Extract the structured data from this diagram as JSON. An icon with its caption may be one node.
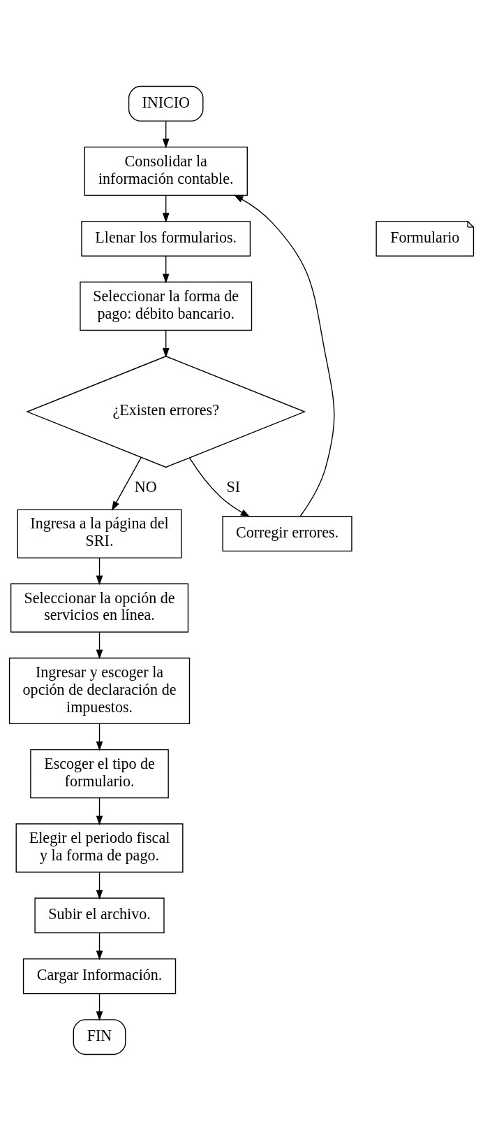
{
  "diagram": {
    "nodes": [
      {
        "text": [
          "INICIO"
        ]
      },
      {
        "text": [
          "Consolidar la información contable."
        ]
      },
      {
        "text": [
          "Llenar los formularios."
        ]
      },
      {
        "text": [
          "Formulario"
        ]
      },
      {
        "text": [
          "Seleccionar la forma de pago: débito bancario."
        ]
      },
      {
        "text": [
          "¿Existen errores?"
        ]
      },
      {
        "text": [
          "Ingresa a la página del SRI."
        ]
      },
      {
        "text": [
          "Corregir errores."
        ]
      },
      {
        "text": [
          "Seleccionar la opción de servicios en línea."
        ]
      },
      {
        "text": [
          "Ingresar y escoger la opción de declaración de impuestos."
        ]
      },
      {
        "text": [
          "Escoger el tipo de formulario."
        ]
      },
      {
        "text": [
          "Elegir el periodo fiscal y la forma de pago."
        ]
      },
      {
        "text": [
          "Subir el archivo."
        ]
      },
      {
        "text": [
          "Cargar Información."
        ]
      },
      {
        "text": [
          "FIN"
        ]
      }
    ],
    "edges": [
      {
        "from": 0,
        "to": 1,
        "arrow": "to"
      },
      {
        "from": 1,
        "to": 2,
        "arrow": "to"
      },
      {
        "from": 2,
        "to": 4,
        "arrow": "to"
      },
      {
        "from": 4,
        "to": 5,
        "arrow": "to"
      },
      {
        "from": 5,
        "to": 6,
        "arrow": "to",
        "label": "NO"
      },
      {
        "from": 5,
        "to": 7,
        "arrow": "to",
        "label": "SI"
      },
      {
        "from": 7,
        "to": 1,
        "arrow": "to"
      },
      {
        "from": 6,
        "to": 8,
        "arrow": "to"
      },
      {
        "from": 8,
        "to": 9,
        "arrow": "to"
      },
      {
        "from": 9,
        "to": 10,
        "arrow": "to"
      },
      {
        "from": 10,
        "to": 11,
        "arrow": "to"
      },
      {
        "from": 11,
        "to": 12,
        "arrow": "to"
      },
      {
        "from": 12,
        "to": 13,
        "arrow": "to"
      },
      {
        "from": 13,
        "to": 14,
        "arrow": "to"
      }
    ]
  }
}
